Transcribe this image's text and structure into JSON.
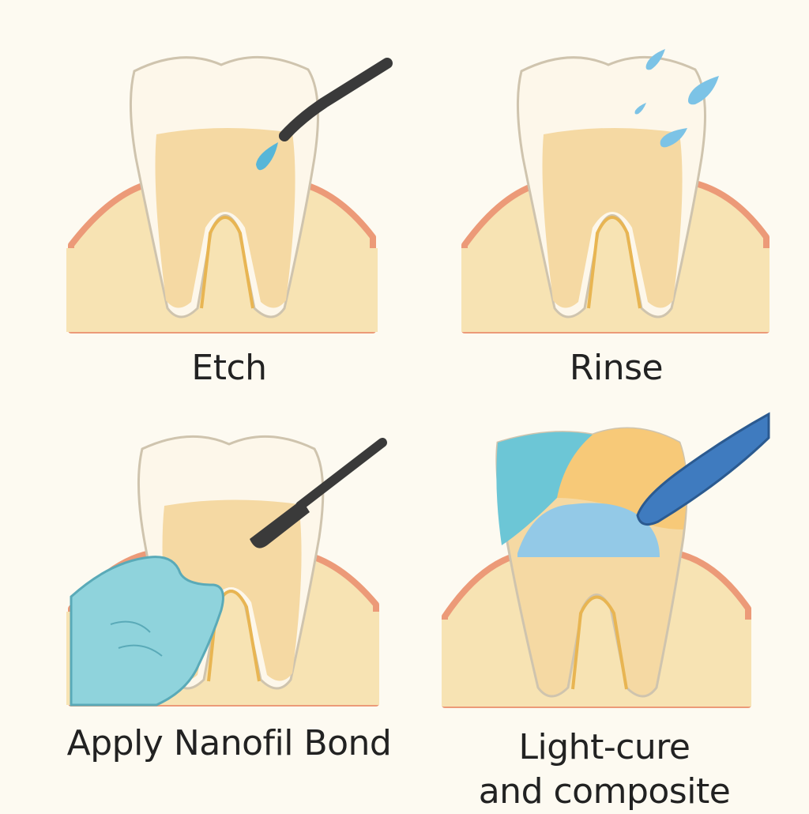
{
  "steps": [
    {
      "label": "Etch"
    },
    {
      "label": "Rinse"
    },
    {
      "label": "Apply Nanofil Bond"
    },
    {
      "label_line1": "Light-cure",
      "label_line2": "and composite"
    }
  ],
  "colors": {
    "background": "#fdfaf1",
    "gum": "#f7e3b3",
    "gum_edge": "#ec9a78",
    "enamel": "#fdf7ea",
    "dentin": "#f5d9a3",
    "root_line": "#e8b552",
    "etchant": "#57b6d8",
    "water": "#7cc3e6",
    "instrument": "#3a3a3a",
    "glove": "#8fd3dc",
    "composite_blue": "#93c9e7",
    "composite_yellow": "#f7c978",
    "curing_light": "#3f7bbf"
  }
}
